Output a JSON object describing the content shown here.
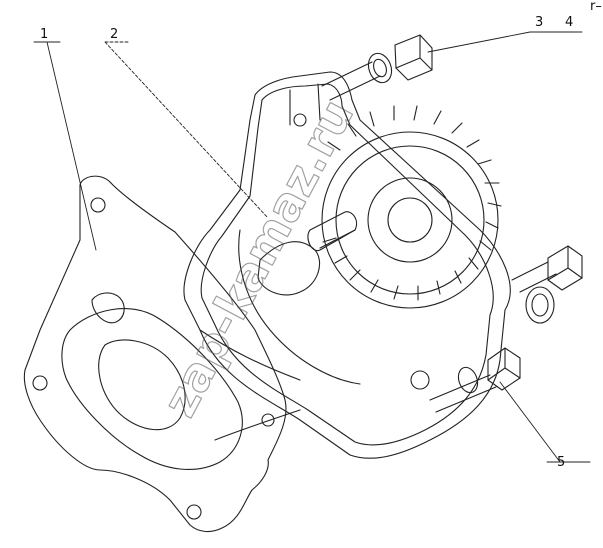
{
  "callouts": {
    "c1": "1",
    "c2": "2",
    "c3": "3",
    "c4": "4",
    "c5": "5"
  },
  "corner_mark": "r–",
  "watermark": "zap-kamaz.ru",
  "parts": {
    "p1": "gasket",
    "p2": "pump-body-with-drive-gear",
    "p3": "bolt",
    "p4": "washer",
    "p5": "bolt"
  }
}
